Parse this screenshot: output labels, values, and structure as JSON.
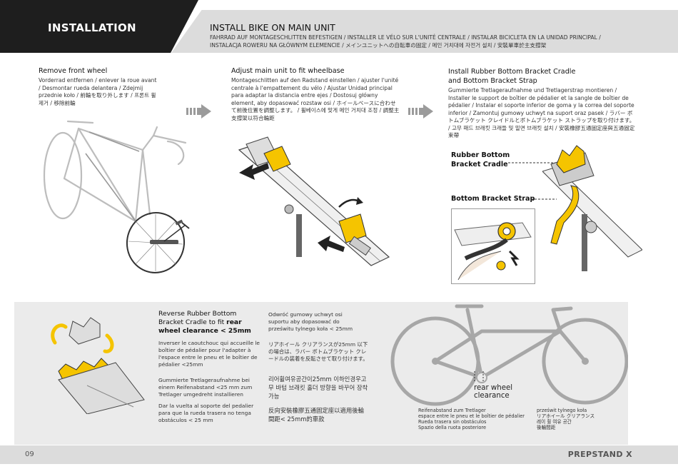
{
  "header": {
    "section": "INSTALLATION",
    "title": "INSTALL BIKE ON MAIN UNIT",
    "translations_1": "FAHRRAD AUF MONTAGESCHLITTEN BEFESTIGEN / INSTALLER LE VÉLO SUR L'UNITÉ CENTRALE / INSTALAR BICICLETA EN LA UNIDAD PRINCIPAL /",
    "translations_2": "INSTALACJA ROWERU NA GŁÓWNYM ELEMENCIE / メインユニットへの自転車の固定 / 메인 거치대에 자전거 설치 / 安裝單車於主支撐架"
  },
  "step1": {
    "title": "Remove front wheel",
    "text": "Vorderrad entfernen / enlever la roue avant / Desmontar rueda delantera / Zdejmij przednie koło / 前輪を取り外します / 프론트 휠 제거 / 移除前輪"
  },
  "step2": {
    "title": "Adjust main unit to fit wheelbase",
    "text": "Montageschlitten auf den Radstand einstellen / ajuster l'unité centrale à l'empattement du vélo / Ajustar Unidad principal para adaptar la distancia entre ejes / Dostosuj główny element, aby dopasować rozstaw osi / ホイールベースに合わせて前後位置を調整します。 / 휠베이스에 맞게 메인 거치대 조정 / 調整主支撐架以符合輪距"
  },
  "step3": {
    "title_1": "Install Rubber Bottom Bracket Cradle",
    "title_2": "and Bottom Bracket Strap",
    "text": "Gummierte Tretlageraufnahme und Tretlagerstrap montieren / Installer le support de boîtier de pédalier et la sangle de boîtier de pédalier / Instalar el soporte inferior de goma y la correa del soporte inferior / Zamontuj gumowy uchwyt na suport oraz pasek / ラバー ボトムブラケット クレイドルとボトムブラケット ストラップを取り付けます。 / 고무 패드 브래킷 크래들 및 밑면 브래킷 설치 / 安裝橡膠五通固定座與五通固定束帶",
    "label_cradle_1": "Rubber Bottom",
    "label_cradle_2": "Bracket Cradle",
    "label_strap": "Bottom Bracket Strap"
  },
  "band": {
    "title_1": "Reverse Rubber Bottom",
    "title_2": "Bracket Cradle to fit",
    "title_bold_1": "rear",
    "title_bold_2": "wheel clearance < 25mm",
    "fr": "Inverser le caoutchouc qui accueille le boîtier de pédalier pour l'adapter à l'espace entre le pneu et le boîtier de pédalier <25mm",
    "de": "Gummierte Tretlageraufnahme bei einem Reifenabstand <25 mm zum Tretlager umgedreht installieren",
    "es": "Dar la vuelta al soporte del pedalier para que la rueda trasera no tenga obstáculos < 25 mm",
    "pl": "Odwróć gumowy uchwyt osi suportu aby dopasować do prześwitu tylnego koła < 25mm",
    "ja": "リアホイール クリアランスが25mm 以下の場合は、ラバー ボトムブラケット クレードルの装着を反転させて取り付けます。",
    "ko": "리어휠여유공간이25mm 이하인경우고 무 바텀 브래킷 홀더 방향을 바꾸어 장착 가능",
    "zh": "反向安裝橡膠五通固定座以適用後輪間距< 25mm的車款",
    "clearance_1": "rear wheel",
    "clearance_2": "clearance",
    "cap_left": "Reifenabstand zum Tretlager\nespace entre le pneu et le boîtier de pédalier\nRueda trasera sin obstáculos\nSpazio della ruota posteriore",
    "cap_right": "prześwit tylnego koła\nリアホイール クリアランス\n레이 휠 여유 공간\n後輪間距"
  },
  "footer": {
    "page": "09",
    "brand": "PREPSTAND X"
  },
  "colors": {
    "accent": "#f5c400",
    "header_black": "#1e1e1e",
    "header_grey": "#dcdcdc",
    "band_grey": "#ebebeb",
    "arrow_grey": "#9b9b9b"
  }
}
